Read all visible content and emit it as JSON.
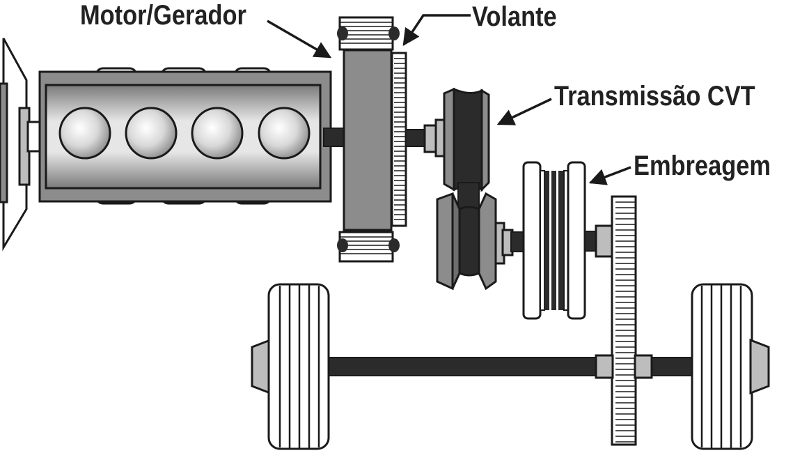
{
  "labels": {
    "motor_gerador": "Motor/Gerador",
    "volante": "Volante",
    "transmissao_cvt": "Transmissão CVT",
    "embreagem": "Embreagem"
  },
  "colors": {
    "outline": "#1a1a1a",
    "dark": "#2b2b2b",
    "medium_gray": "#8c8c8c",
    "light_gray": "#bdbdbd",
    "white": "#ffffff"
  }
}
